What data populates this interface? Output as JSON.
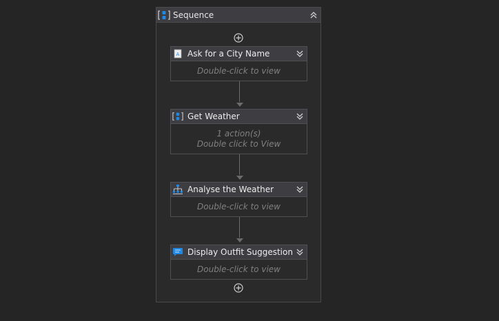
{
  "sequence": {
    "title": "Sequence",
    "activities": [
      {
        "title": "Ask for a City Name",
        "icon": "input-dialog-icon",
        "body": [
          "Double-click to view"
        ]
      },
      {
        "title": "Get Weather",
        "icon": "sequence-icon",
        "body": [
          "1 action(s)",
          "Double click to View"
        ]
      },
      {
        "title": "Analyse the Weather",
        "icon": "flowchart-icon",
        "body": [
          "Double-click to view"
        ]
      },
      {
        "title": "Display Outfit Suggestion",
        "icon": "message-box-icon",
        "body": [
          "Double-click to view"
        ]
      }
    ]
  },
  "colors": {
    "background": "#252526",
    "header": "#3e3e42",
    "accent_blue": "#1e88e5",
    "body_text": "#808080"
  }
}
